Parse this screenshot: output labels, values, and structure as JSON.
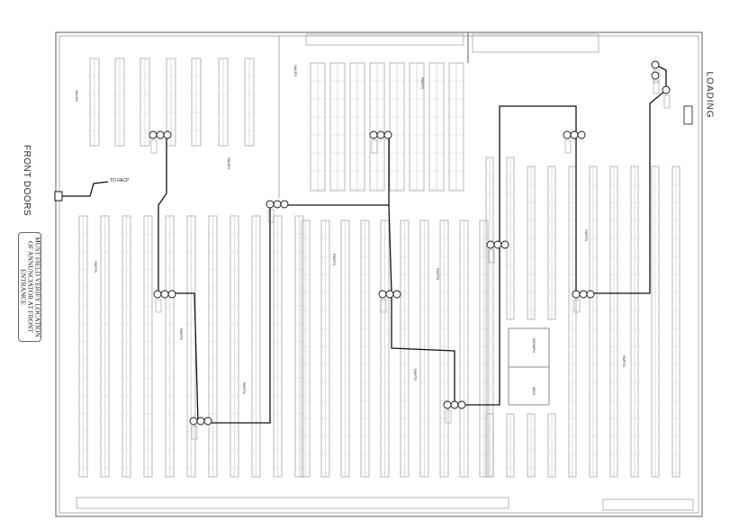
{
  "labels": {
    "front_doors": "FRONT DOORS",
    "loading": "LOADING",
    "annunciator_note": "MUST FIELD VERIFY LOCATION OF ANNUNCIATOR AT FRONT ENTRANCE",
    "to_facp": "TO FACP",
    "sales": "SALES",
    "parts": "PARTS",
    "women": "WOMEN",
    "men": "MEN"
  },
  "colors": {
    "line": "#9a9a9a",
    "wire": "#111111",
    "background": "#ffffff"
  }
}
